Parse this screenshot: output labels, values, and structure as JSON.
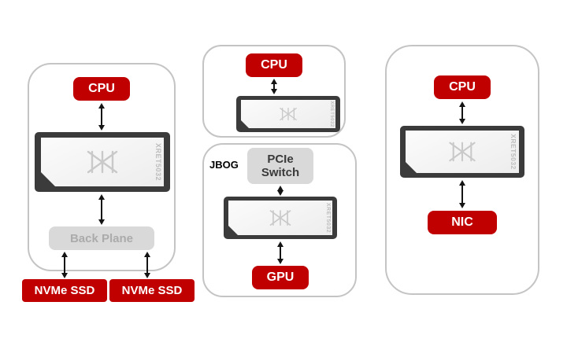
{
  "colors": {
    "accent_red": "#C00000",
    "button_gray": "#D9D9D9",
    "chip_frame": "#3B3B3B",
    "panel_border": "#C4C4C4"
  },
  "chip": {
    "part_number": "XRET5032"
  },
  "storage_topology": {
    "cpu": "CPU",
    "backplane": "Back Plane",
    "ssd_left": "NVMe SSD",
    "ssd_right": "NVMe SSD"
  },
  "jbog_topology": {
    "cpu": "CPU",
    "enclosure_label": "JBOG",
    "pcie_switch": "PCIe Switch",
    "gpu": "GPU"
  },
  "nic_topology": {
    "cpu": "CPU",
    "nic": "NIC"
  }
}
